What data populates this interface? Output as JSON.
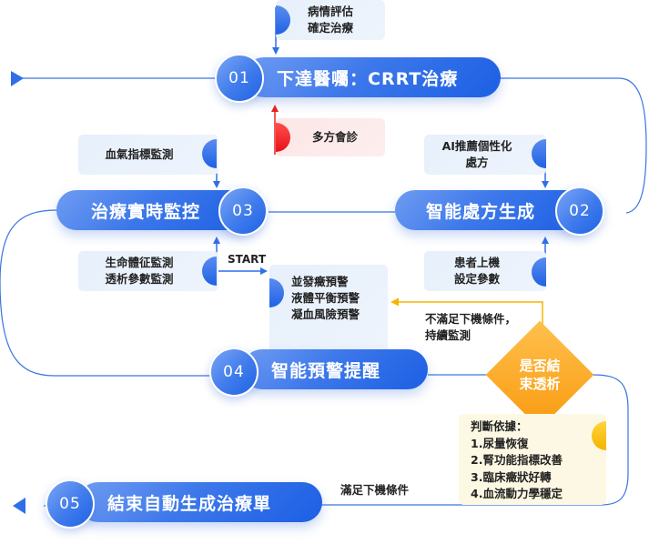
{
  "colors": {
    "primary": "#2f6fe8",
    "line": "#3b74e0",
    "warning_arrow": "#f5b400",
    "alert_red": "#e8231f",
    "decision_orange": "#f99a10",
    "card_bg": "#eaf2fc",
    "alert_card_bg": "#fdeaea",
    "judge_bg": "#fdf8e3"
  },
  "steps": [
    {
      "number": "01",
      "title": "下達醫囑：CRRT治療"
    },
    {
      "number": "02",
      "title": "智能處方生成"
    },
    {
      "number": "03",
      "title": "治療實時監控"
    },
    {
      "number": "04",
      "title": "智能預警提醒"
    },
    {
      "number": "05",
      "title": "結束自動生成治療單"
    }
  ],
  "inputs": {
    "disease_eval": [
      "病情評估",
      "確定治療"
    ],
    "mdt": "多方會診",
    "ai_recommend": [
      "AI推薦個性化",
      "處方"
    ],
    "patient_setup": [
      "患者上機",
      "設定參數"
    ],
    "blood_gas": "血氣指標監測",
    "vitals": [
      "生命體征監測",
      "透析參數監測"
    ],
    "alerts": [
      "並發癥預警",
      "液體平衡預警",
      "凝血風險預警"
    ]
  },
  "labels": {
    "start": "START",
    "not_met": [
      "不滿足下機條件，",
      "持續監測"
    ],
    "met": "滿足下機條件"
  },
  "decision": {
    "text": [
      "是否結",
      "束透析"
    ]
  },
  "criteria": {
    "title": "判斷依據：",
    "items": [
      "1.尿量恢復",
      "2.腎功能指標改善",
      "3.臨床癥狀好轉",
      "4.血流動力學穩定"
    ]
  }
}
